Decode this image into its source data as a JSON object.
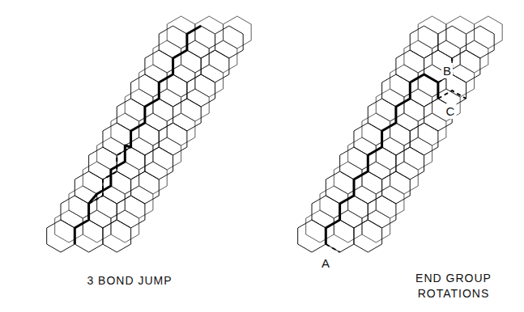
{
  "diagram": {
    "labels": [
      "3 BOND JUMP",
      "END GROUP ROTATIONS",
      "B",
      "C",
      "A"
    ]
  }
}
